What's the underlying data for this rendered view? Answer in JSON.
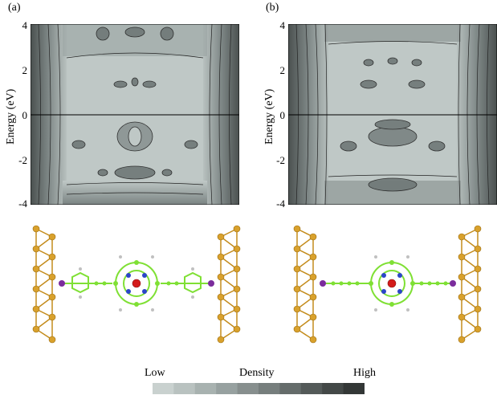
{
  "figure": {
    "panels": [
      {
        "label": "(a)"
      },
      {
        "label": "(b)"
      }
    ],
    "y_axis_label": "Energy (eV)",
    "y_ticks": [
      "4",
      "2",
      "0",
      "-2",
      "-4"
    ],
    "colorbar": {
      "low_label": "Low",
      "mid_label": "Density",
      "high_label": "High",
      "colors": [
        "#c9d1cf",
        "#b9c2c0",
        "#a8b2b0",
        "#97a1a0",
        "#878f8e",
        "#767e7d",
        "#656c6b",
        "#545a59",
        "#434847",
        "#333736"
      ]
    },
    "atom_colors": {
      "gold": "#d9a12c",
      "carbon": "#7fe034",
      "nitrogen": "#2c45c9",
      "iron": "#d31b1b",
      "sulfur": "#7b2c9c",
      "hydrogen": "#c0c0c0"
    }
  }
}
